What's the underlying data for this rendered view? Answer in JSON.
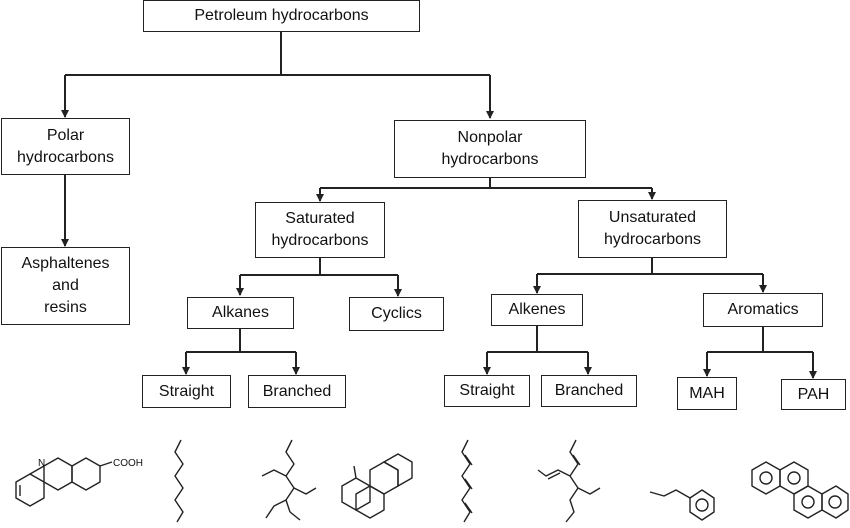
{
  "diagram": {
    "root": "Petroleum hydrocarbons",
    "polar": "Polar\nhydrocarbons",
    "polar_child": "Asphaltenes\nand\nresins",
    "nonpolar": "Nonpolar\nhydrocarbons",
    "saturated": "Saturated\nhydrocarbons",
    "unsaturated": "Unsaturated\nhydrocarbons",
    "alkanes": "Alkanes",
    "cyclics": "Cyclics",
    "alkenes": "Alkenes",
    "aromatics": "Aromatics",
    "alkane_straight": "Straight",
    "alkane_branched": "Branched",
    "alkene_straight": "Straight",
    "alkene_branched": "Branched",
    "mah": "MAH",
    "pah": "PAH"
  },
  "structures": {
    "resin_group_label": "COOH",
    "resin_atom_label": "N"
  },
  "colors": {
    "line": "#222222",
    "background": "#ffffff"
  }
}
